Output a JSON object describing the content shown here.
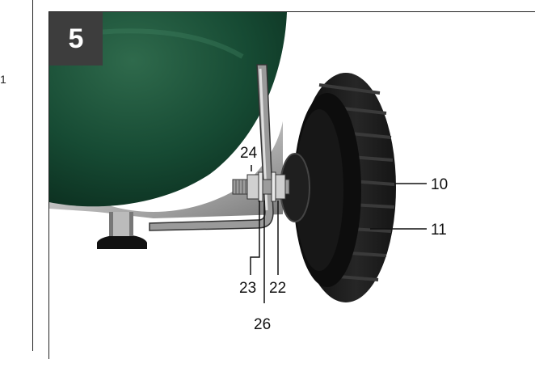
{
  "page": {
    "left_margin_mark": "1"
  },
  "figure": {
    "number": "5",
    "callouts": {
      "c10": "10",
      "c11": "11",
      "c22": "22",
      "c23": "23",
      "c24": "24",
      "c26": "26"
    }
  }
}
